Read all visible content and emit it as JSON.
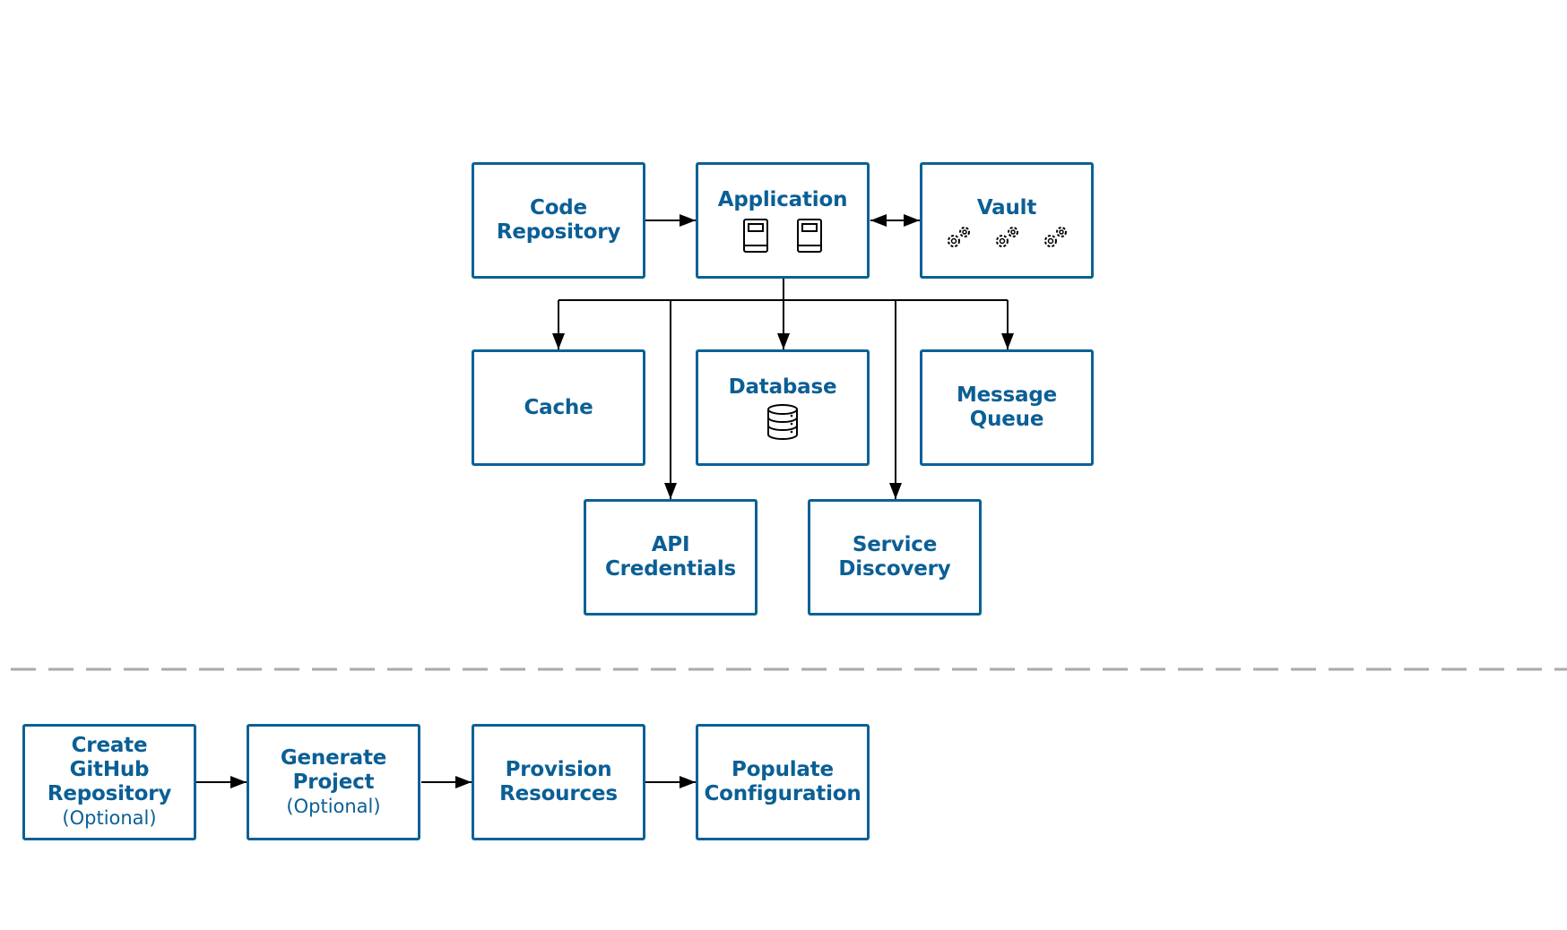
{
  "top": {
    "code_repository": "Code Repository",
    "application": "Application",
    "vault": "Vault",
    "cache": "Cache",
    "database": "Database",
    "message_queue": "Message Queue",
    "api_credentials": "API Credentials",
    "service_discovery": "Service Discovery"
  },
  "bottom": {
    "step1_title": "Create GitHub Repository",
    "step1_note": "(Optional)",
    "step2_title": "Generate Project",
    "step2_note": "(Optional)",
    "step3_title": "Provision Resources",
    "step4_title": "Populate Configuration"
  },
  "icons": {
    "application": [
      "server-icon",
      "server-icon"
    ],
    "vault": [
      "gears-icon",
      "gears-icon",
      "gears-icon"
    ],
    "database": "database-icon"
  },
  "colors": {
    "border": "#0b6196",
    "text": "#0b5f95",
    "arrow": "#000000",
    "divider": "#aaaaaa"
  }
}
